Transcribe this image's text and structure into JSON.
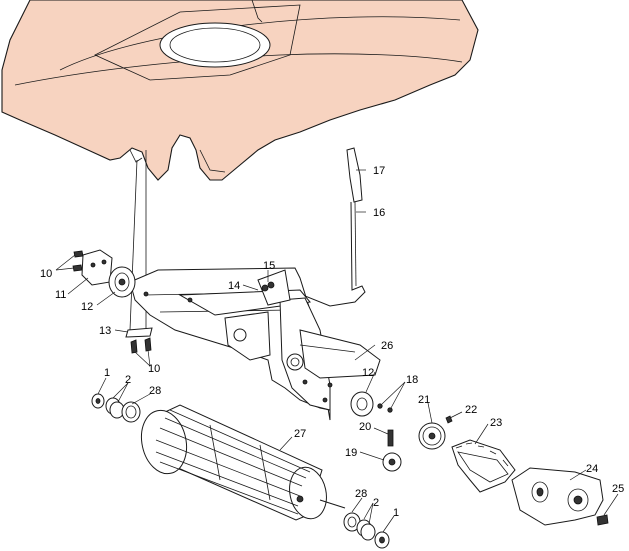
{
  "callouts": [
    {
      "id": "c17",
      "text": "17"
    },
    {
      "id": "c16",
      "text": "16"
    },
    {
      "id": "c15",
      "text": "15"
    },
    {
      "id": "c14",
      "text": "14"
    },
    {
      "id": "c10a",
      "text": "10"
    },
    {
      "id": "c11",
      "text": "11"
    },
    {
      "id": "c12a",
      "text": "12"
    },
    {
      "id": "c13",
      "text": "13"
    },
    {
      "id": "c10b",
      "text": "10"
    },
    {
      "id": "c26",
      "text": "26"
    },
    {
      "id": "c12b",
      "text": "12"
    },
    {
      "id": "c18",
      "text": "18"
    },
    {
      "id": "c1a",
      "text": "1"
    },
    {
      "id": "c2a",
      "text": "2"
    },
    {
      "id": "c28a",
      "text": "28"
    },
    {
      "id": "c21",
      "text": "21"
    },
    {
      "id": "c22",
      "text": "22"
    },
    {
      "id": "c20",
      "text": "20"
    },
    {
      "id": "c23",
      "text": "23"
    },
    {
      "id": "c27",
      "text": "27"
    },
    {
      "id": "c19",
      "text": "19"
    },
    {
      "id": "c24",
      "text": "24"
    },
    {
      "id": "c25",
      "text": "25"
    },
    {
      "id": "c28b",
      "text": "28"
    },
    {
      "id": "c2b",
      "text": "2"
    },
    {
      "id": "c1b",
      "text": "1"
    }
  ],
  "colors": {
    "body": "#f7d3c0",
    "ink": "#1a1a1a"
  }
}
